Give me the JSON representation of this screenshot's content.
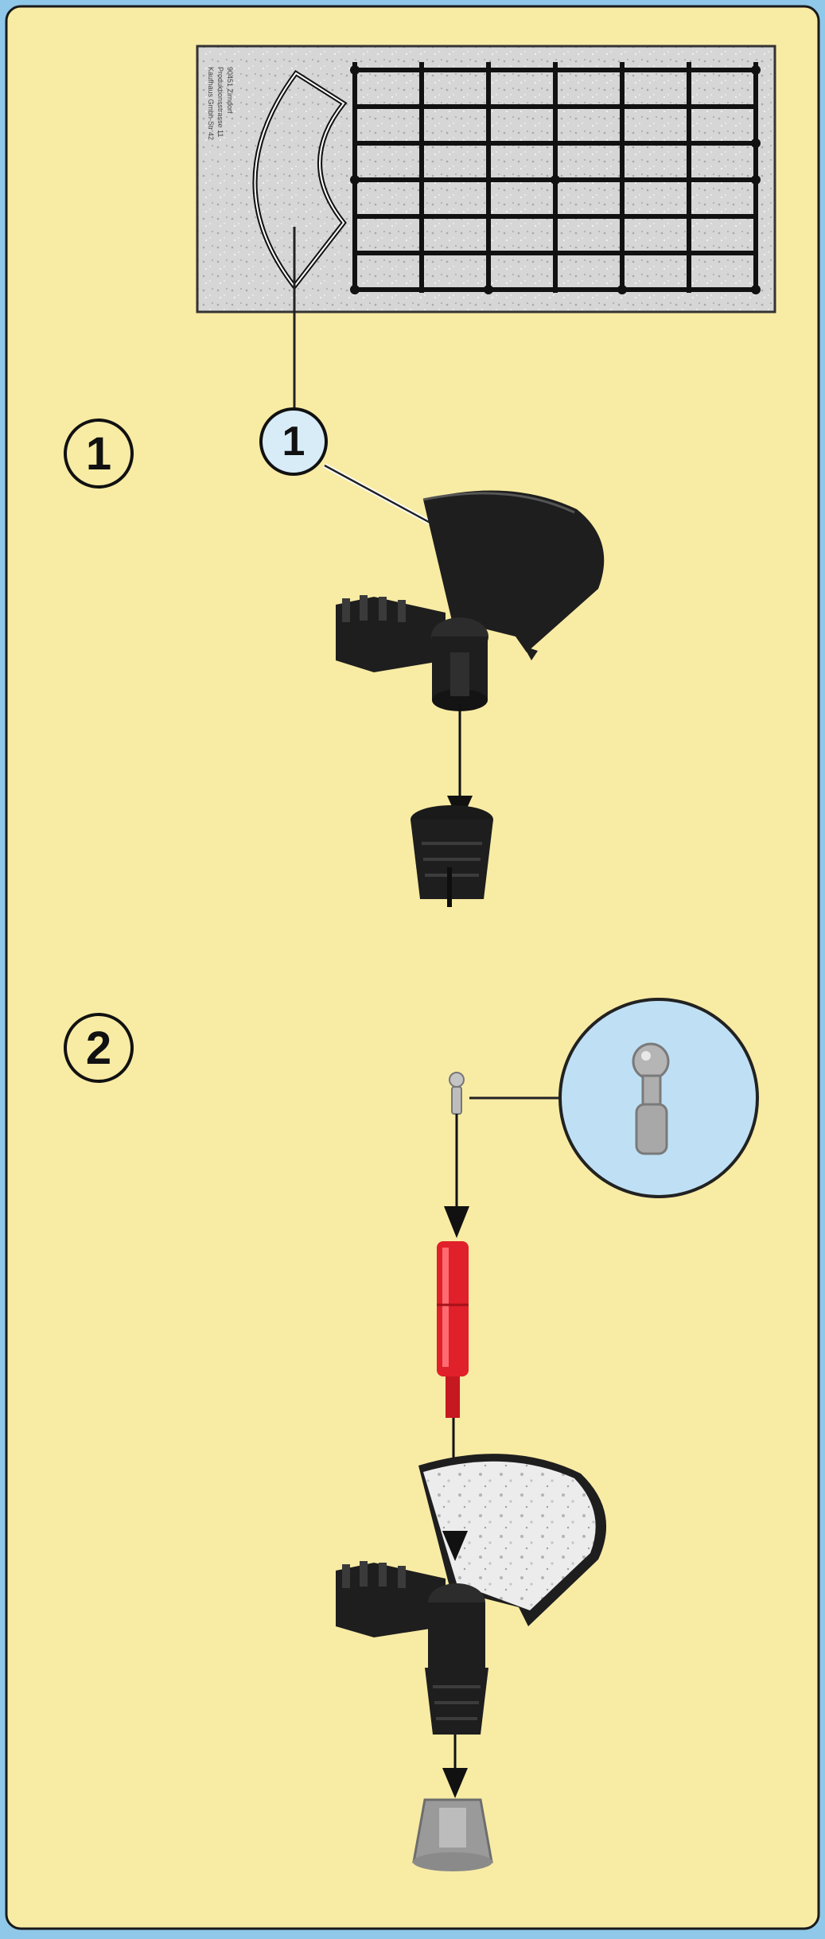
{
  "steps": [
    {
      "number": "1"
    },
    {
      "number": "2"
    }
  ],
  "callouts": [
    {
      "number": "1"
    }
  ],
  "template_sheet": {
    "printed_lines": [
      "Kaufhaus Gmbh-Str 42",
      "Produktionsstrasse 11",
      "90451 Zirndorf"
    ]
  },
  "colors": {
    "panel_background": "#f8eba4",
    "frame": "#8fc8e8",
    "part_black": "#1e1e1e",
    "nozzle_red": "#e0202a",
    "detail_circle": "#bfe0f4",
    "sheet": "#d9d9d9"
  },
  "icons": [
    "arrow-down-icon",
    "magnifier-detail-icon"
  ]
}
